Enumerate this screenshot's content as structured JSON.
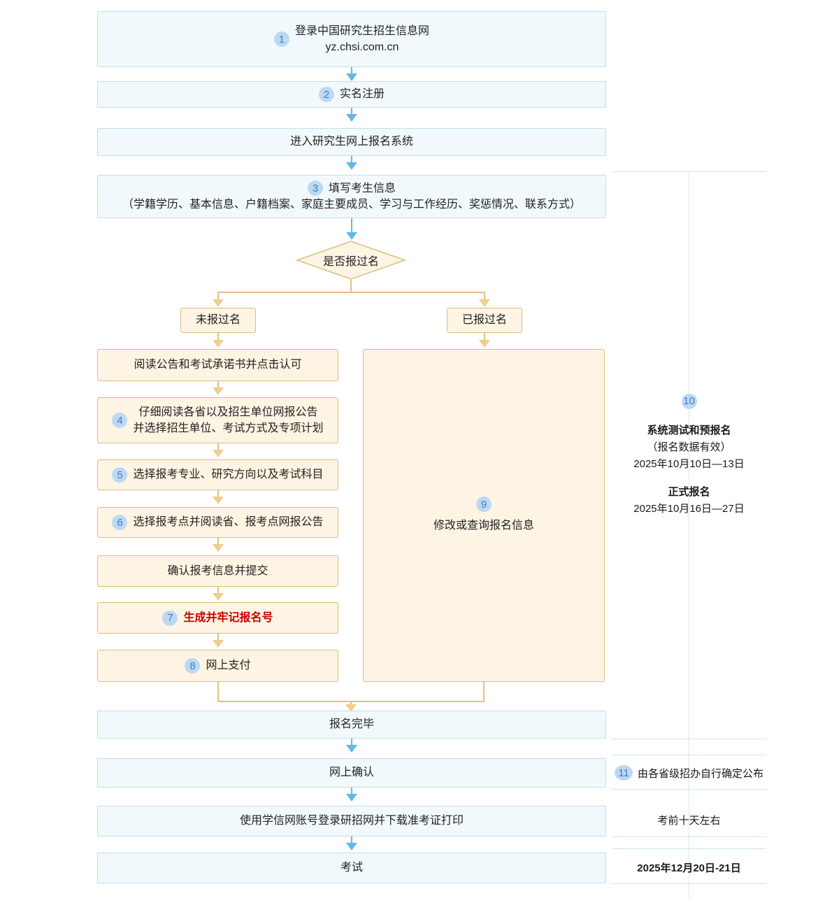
{
  "flow": {
    "title_steps": [
      {
        "num": "1",
        "lines": [
          "登录中国研究生招生信息网",
          "yz.chsi.com.cn"
        ]
      },
      {
        "num": "2",
        "lines": [
          "实名注册"
        ]
      },
      {
        "num": "",
        "lines": [
          "进入研究生网上报名系统"
        ]
      },
      {
        "num": "3",
        "lines": [
          "填写考生信息",
          "（学籍学历、基本信息、户籍档案、家庭主要成员、学习与工作经历、奖惩情况、联系方式）"
        ]
      }
    ],
    "decision": {
      "label": "是否报过名"
    },
    "branches": {
      "left": "未报过名",
      "right": "已报过名"
    },
    "left_steps": [
      {
        "num": "",
        "lines": [
          "阅读公告和考试承诺书并点击认可"
        ]
      },
      {
        "num": "4",
        "lines": [
          "仔细阅读各省以及招生单位网报公告",
          "并选择招生单位、考试方式及专项计划"
        ]
      },
      {
        "num": "5",
        "lines": [
          "选择报考专业、研究方向以及考试科目"
        ]
      },
      {
        "num": "6",
        "lines": [
          "选择报考点并阅读省、报考点网报公告"
        ]
      },
      {
        "num": "",
        "lines": [
          "确认报考信息并提交"
        ]
      },
      {
        "num": "7",
        "lines": [
          "生成并牢记报名号"
        ],
        "highlight": true
      },
      {
        "num": "8",
        "lines": [
          "网上支付"
        ]
      }
    ],
    "right_step": {
      "num": "9",
      "label": "修改或查询报名信息"
    },
    "tail_steps": [
      {
        "num": "",
        "lines": [
          "报名完毕"
        ]
      },
      {
        "num": "",
        "lines": [
          "网上确认"
        ]
      },
      {
        "num": "",
        "lines": [
          "使用学信网账号登录研招网并下载准考证打印"
        ]
      },
      {
        "num": "",
        "lines": [
          "考试"
        ]
      }
    ]
  },
  "sidebar": {
    "schedule": {
      "num": "10",
      "line1": "系统测试和预报名",
      "line2": "（报名数据有效）",
      "line3": "2025年10月10日—13日",
      "line4": "正式报名",
      "line5": "2025年10月16日—27日"
    },
    "confirm": {
      "num": "11",
      "label": "由各省级招办自行确定公布"
    },
    "admit_card": {
      "label": "考前十天左右"
    },
    "exam_date": {
      "label": "2025年12月20日-21日"
    }
  },
  "colors": {
    "blue_fill": "#f2f9fc",
    "blue_border": "#bfdfee",
    "cream_fill": "#fdf4e3",
    "cream_border": "#dcbd82",
    "badge_bg": "#bdd9f2",
    "badge_fg": "#3c7fc4",
    "arrow_blue": "#62b8ea",
    "arrow_tan": "#f0cd90",
    "highlight_red": "#cc0000",
    "separator": "#cfe6f2"
  }
}
